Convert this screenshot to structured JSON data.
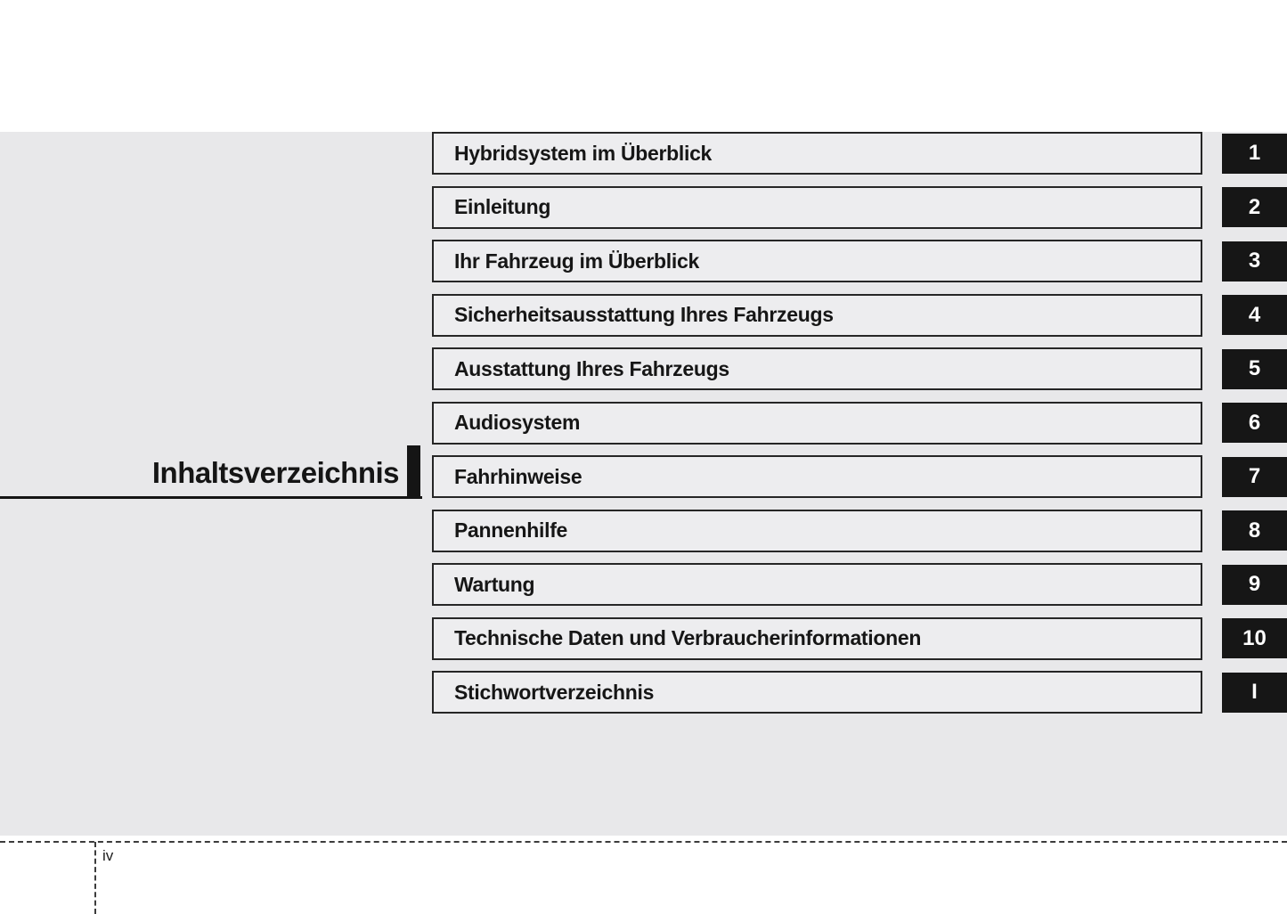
{
  "page": {
    "title": "Inhaltsverzeichnis",
    "page_number": "iv"
  },
  "toc": {
    "entries": [
      {
        "label": "Hybridsystem im Überblick",
        "tab": "1"
      },
      {
        "label": "Einleitung",
        "tab": "2"
      },
      {
        "label": "Ihr Fahrzeug im Überblick",
        "tab": "3"
      },
      {
        "label": "Sicherheitsausstattung Ihres Fahrzeugs",
        "tab": "4"
      },
      {
        "label": "Ausstattung Ihres Fahrzeugs",
        "tab": "5"
      },
      {
        "label": "Audiosystem",
        "tab": "6"
      },
      {
        "label": "Fahrhinweise",
        "tab": "7"
      },
      {
        "label": "Pannenhilfe",
        "tab": "8"
      },
      {
        "label": "Wartung",
        "tab": "9"
      },
      {
        "label": "Technische Daten und Verbraucherinformationen",
        "tab": "10"
      },
      {
        "label": "Stichwortverzeichnis",
        "tab": "I"
      }
    ]
  },
  "colors": {
    "band_background": "#e8e8ea",
    "entry_fill": "#ededef",
    "accent_black": "#161616",
    "tab_text": "#ffffff"
  }
}
